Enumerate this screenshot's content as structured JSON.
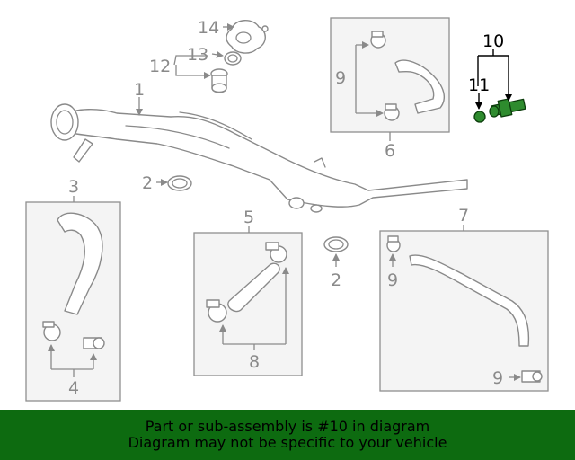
{
  "callouts": {
    "c1": "1",
    "c2a": "2",
    "c2b": "2",
    "c3": "3",
    "c4": "4",
    "c5": "5",
    "c6": "6",
    "c7": "7",
    "c8": "8",
    "c9a": "9",
    "c9b": "9",
    "c9c": "9",
    "c10": "10",
    "c11": "11",
    "c12": "12",
    "c13": "13",
    "c14": "14"
  },
  "highlighted_part": "10",
  "colors": {
    "banner": "#0d6b10",
    "highlight_part": "#2e8b2e",
    "callout": "#8a8a8a",
    "box_fill": "#f4f4f4"
  },
  "banner": {
    "line1": "Part or sub-assembly is #10 in diagram",
    "line2": "Diagram may not be specific to your vehicle"
  }
}
